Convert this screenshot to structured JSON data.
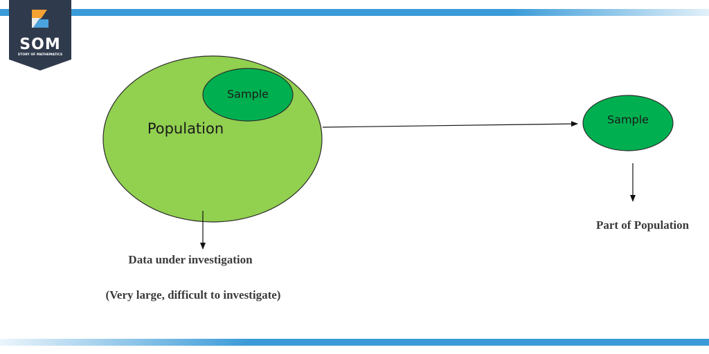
{
  "logo": {
    "abbr": "SOM",
    "name": "STORY OF MATHEMATICS",
    "colors": {
      "background": "#2f3a4c",
      "orange": "#f4a233",
      "blue": "#4aa3df"
    }
  },
  "diagram": {
    "population_label": "Population",
    "inner_sample_label": "Sample",
    "outer_sample_label": "Sample",
    "population_caption": "Data under investigation",
    "population_note": "(Very large, difficult to investigate)",
    "sample_caption": "Part of Population"
  },
  "colors": {
    "population_fill": "#92d050",
    "sample_fill": "#00b050",
    "accent_bar": "#3a9bd8"
  }
}
